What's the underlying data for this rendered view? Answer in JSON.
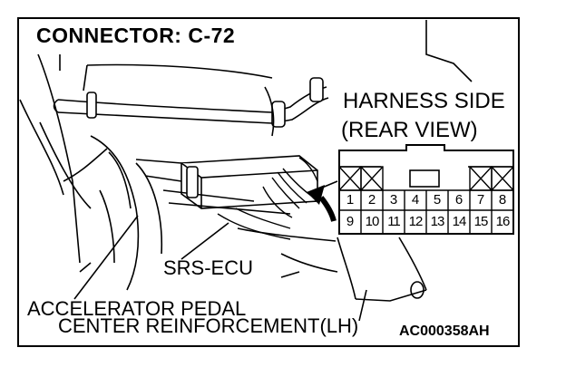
{
  "diagram": {
    "title": "CONNECTOR: C-72",
    "harness_label_line1": "HARNESS SIDE",
    "harness_label_line2": "(REAR VIEW)",
    "srs_ecu_label": "SRS-ECU",
    "accelerator_label_line1": "ACCELERATOR PEDAL",
    "accelerator_label_line2": "CENTER REINFORCEMENT(LH)",
    "figure_code": "AC000358AH"
  },
  "connector": {
    "top_row": [
      "1",
      "2",
      "3",
      "4",
      "5",
      "6",
      "7",
      "8"
    ],
    "bottom_row": [
      "9",
      "10",
      "11",
      "12",
      "13",
      "14",
      "15",
      "16"
    ],
    "blank_top_slots": 4
  },
  "colors": {
    "ink": "#000000",
    "background": "#ffffff"
  }
}
